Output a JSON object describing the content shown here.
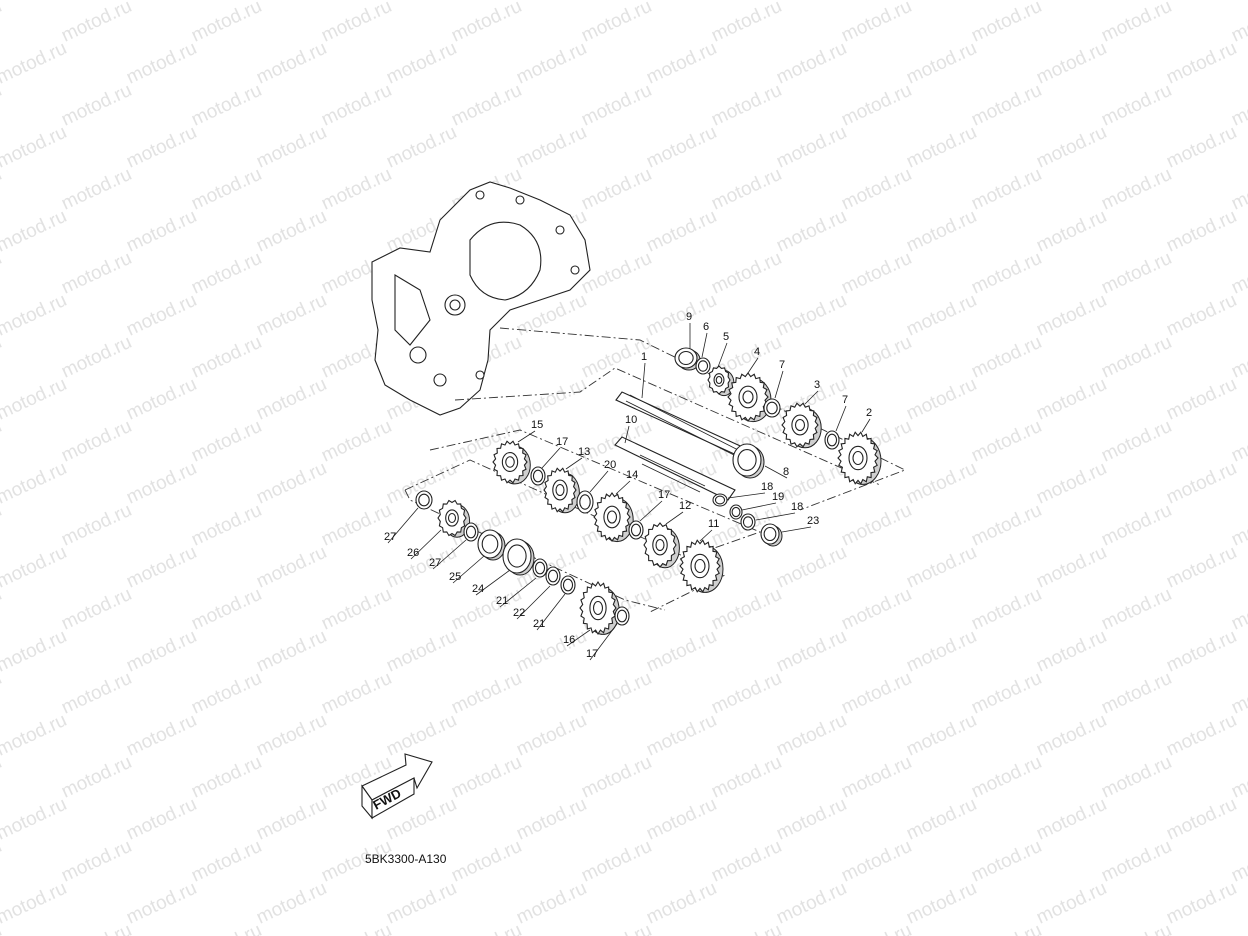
{
  "watermark": "motod.ru",
  "diagram_code": "5BK3300-A130",
  "fwd_label": "FWD",
  "callouts": [
    "1",
    "2",
    "3",
    "4",
    "5",
    "6",
    "7",
    "8",
    "9",
    "10",
    "11",
    "12",
    "13",
    "14",
    "15",
    "16",
    "17",
    "18",
    "19",
    "20",
    "21",
    "22",
    "23",
    "24",
    "25",
    "26",
    "27"
  ]
}
